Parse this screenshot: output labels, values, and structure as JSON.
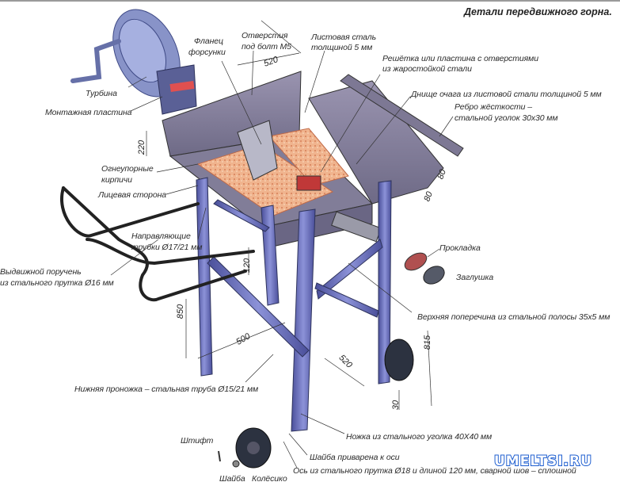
{
  "title": "Детали передвижного горна.",
  "labels": {
    "flange_1": "Фланец",
    "flange_2": "форсунки",
    "holes_1": "Отверстия",
    "holes_2": "под болт М5",
    "turbine": "Турбина",
    "mount_plate": "Монтажная пластина",
    "sheet_1": "Листовая сталь",
    "sheet_2": "толщиной 5 мм",
    "grate_1": "Решётка или пластина с отверстиями",
    "grate_2": "из жаростойкой стали",
    "bottom": "Днище очага из листовой стали толщиной 5 мм",
    "rib_1": "Ребро жёсткости –",
    "rib_2": "стальной уголок 30х30 мм",
    "bricks_1": "Огнеупорные",
    "bricks_2": "кирпичи",
    "front": "Лицевая сторона",
    "guides_1": "Направляющие",
    "guides_2": "трубки Ø17/21 мм",
    "handrail_1": "Выдвижной поручень",
    "handrail_2": "из стального прутка Ø16 мм",
    "gasket": "Прокладка",
    "plug": "Заглушка",
    "top_crossbar": "Верхняя поперечина из стальной полосы 35х5 мм",
    "lower_bar": "Нижняя проножка – стальная труба Ø15/21 мм",
    "leg": "Ножка из стального уголка 40Х40 мм",
    "pin": "Штифт",
    "washer_welded": "Шайба приварена к оси",
    "axle": "Ось из стального прутка Ø18 и длиной 120 мм, сварной шов – сплошной",
    "washer": "Шайба",
    "wheel": "Колёсико"
  },
  "dimensions": {
    "top_width": "520",
    "side_height": "220",
    "rib_a": "80",
    "rib_b": "80",
    "guide_offset": "120",
    "height_total": "850",
    "depth": "500",
    "height_leg": "815",
    "width_bottom": "520",
    "clearance": "30"
  },
  "watermark": "UMELTSI.RU",
  "colors": {
    "steel_blue": "#6a6fb8",
    "sheet_gray": "#8a86a0",
    "brick": "#e8a07a",
    "rail": "#2a2a2a"
  }
}
